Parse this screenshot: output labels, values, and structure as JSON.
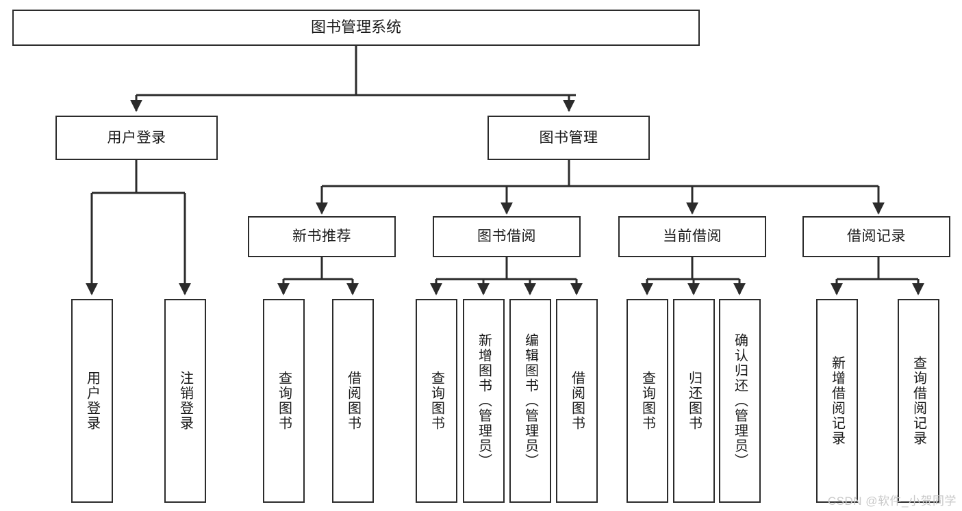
{
  "diagram": {
    "type": "tree-hierarchy",
    "title": "图书管理系统",
    "watermark": "CSDN @软件_小贺同学",
    "colors": {
      "stroke": "#2b2b2b",
      "fill": "#ffffff",
      "text": "#1a1a1a",
      "watermark": "#c9c9c9"
    },
    "nodes": {
      "root": {
        "label": "图书管理系统"
      },
      "level2": [
        {
          "id": "user-login",
          "label": "用户登录"
        },
        {
          "id": "book-manage",
          "label": "图书管理"
        }
      ],
      "level3": [
        {
          "id": "new-book-recommend",
          "label": "新书推荐"
        },
        {
          "id": "book-borrow",
          "label": "图书借阅"
        },
        {
          "id": "current-borrow",
          "label": "当前借阅"
        },
        {
          "id": "borrow-record",
          "label": "借阅记录"
        }
      ],
      "leaves": [
        {
          "id": "leaf-user-login",
          "label": "用户登录",
          "parent": "user-login"
        },
        {
          "id": "leaf-logout-login",
          "label": "注销登录",
          "parent": "user-login"
        },
        {
          "id": "leaf-query-book-1",
          "label": "查询图书",
          "parent": "new-book-recommend"
        },
        {
          "id": "leaf-borrow-book-1",
          "label": "借阅图书",
          "parent": "new-book-recommend"
        },
        {
          "id": "leaf-query-book-2",
          "label": "查询图书",
          "parent": "book-borrow"
        },
        {
          "id": "leaf-add-book",
          "label": "新增图书（管理员）",
          "parent": "book-borrow"
        },
        {
          "id": "leaf-edit-book",
          "label": "编辑图书（管理员）",
          "parent": "book-borrow"
        },
        {
          "id": "leaf-borrow-book-2",
          "label": "借阅图书",
          "parent": "book-borrow"
        },
        {
          "id": "leaf-query-book-3",
          "label": "查询图书",
          "parent": "current-borrow"
        },
        {
          "id": "leaf-return-book",
          "label": "归还图书",
          "parent": "current-borrow"
        },
        {
          "id": "leaf-confirm-return",
          "label": "确认归还（管理员）",
          "parent": "current-borrow"
        },
        {
          "id": "leaf-add-record",
          "label": "新增借阅记录",
          "parent": "borrow-record"
        },
        {
          "id": "leaf-query-record",
          "label": "查询借阅记录",
          "parent": "borrow-record"
        }
      ]
    }
  }
}
